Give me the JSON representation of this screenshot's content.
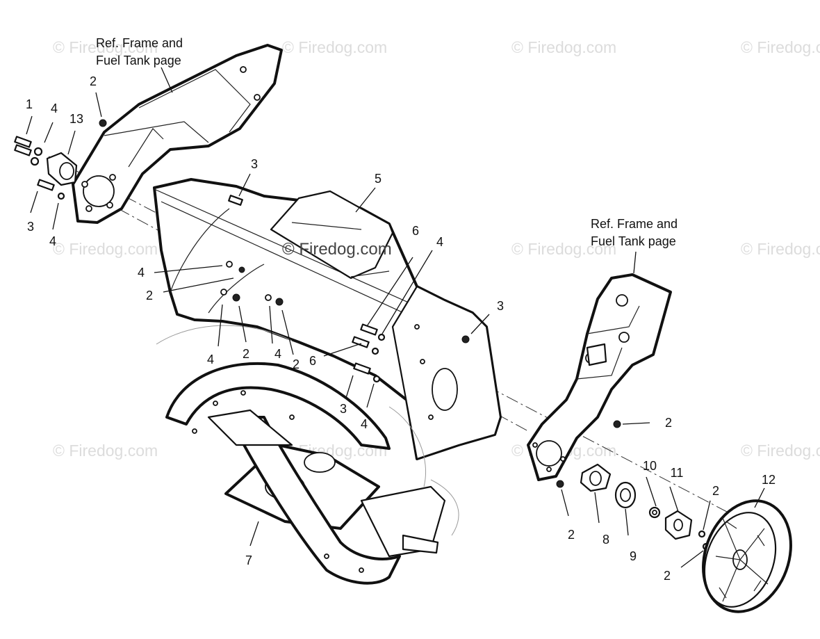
{
  "diagram": {
    "watermark_text": "© Firedog.com",
    "reference_labels": [
      {
        "line1": "Ref. Frame and",
        "line2": "Fuel Tank page"
      },
      {
        "line1": "Ref. Frame and",
        "line2": "Fuel Tank page"
      }
    ],
    "callouts": {
      "c01": "1",
      "c02": "4",
      "c03": "13",
      "c04": "2",
      "c05": "3",
      "c06": "4",
      "c07": "3",
      "c08": "5",
      "c09": "6",
      "c10": "4",
      "c11": "4",
      "c12": "2",
      "c13": "3",
      "c14": "4",
      "c15": "2",
      "c16": "4",
      "c17": "2",
      "c18": "6",
      "c19": "3",
      "c20": "4",
      "c21": "2",
      "c22": "10",
      "c23": "11",
      "c24": "2",
      "c25": "12",
      "c26": "2",
      "c27": "8",
      "c28": "9",
      "c29": "2",
      "c30": "7"
    }
  }
}
